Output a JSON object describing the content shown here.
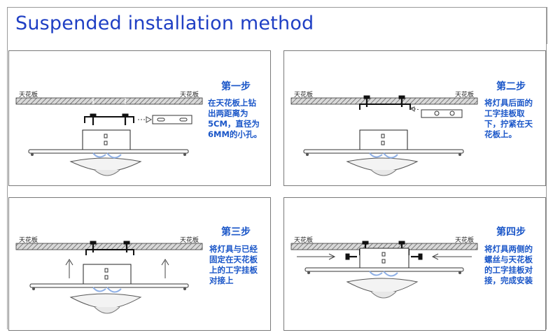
{
  "title": "Suspended installation method",
  "steps": [
    {
      "title": "第一步",
      "text": "在天花板上钻\n出两距离为\n5CM，直径为\n6MM的小孔。",
      "ceiling_label": "天花板"
    },
    {
      "title": "第二步",
      "text": "将灯具后面的\n工字挂板取\n下，拧紧在天\n花板上。",
      "ceiling_label": "天花板"
    },
    {
      "title": "第三步",
      "text": "将灯具与已经\n固定在天花板\n上的工字挂板\n对接上",
      "ceiling_label": "天花板"
    },
    {
      "title": "第四步",
      "text": "将灯具两侧的\n螺丝与天花板\n的工字挂板对\n接，完成安装",
      "ceiling_label": "天花板"
    }
  ],
  "colors": {
    "title": "#1f3fc4",
    "step_text": "#1a56c8",
    "frame": "#7a7a7a"
  }
}
